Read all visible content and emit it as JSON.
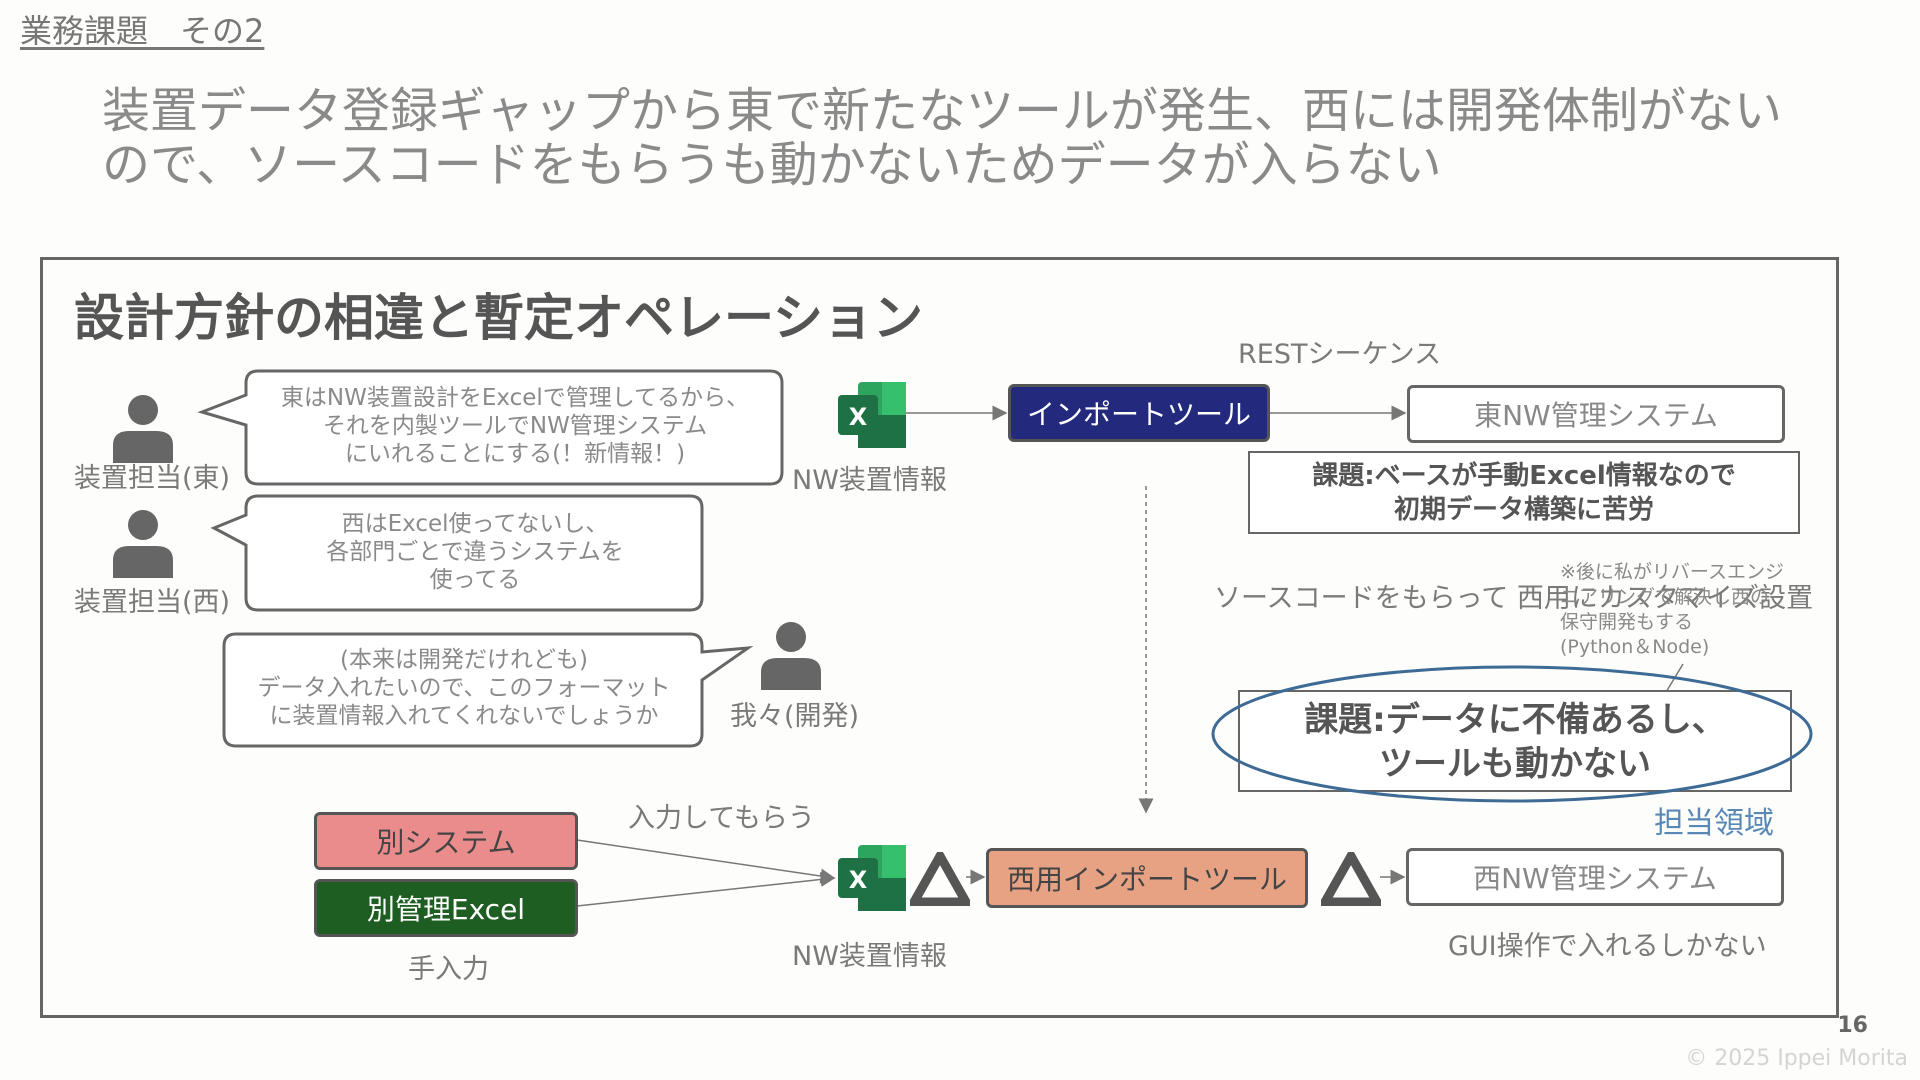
{
  "slide": {
    "section_title": "業務課題　その2",
    "headline": "装置データ登録ギャップから東で新たなツールが発生、西には開発体制がない\nので、ソースコードをもらうも動かないためデータが入らない",
    "page_number": "16",
    "copyright": "© 2025 Ippei Morita"
  },
  "diagram": {
    "title": "設計方針の相違と暫定オペレーション",
    "people": {
      "east_staff": "装置担当(東)",
      "west_staff": "装置担当(西)",
      "us_dev": "我々(開発)"
    },
    "bubbles": {
      "east": "東はNW装置設計をExcelで管理してるから、\nそれを内製ツールでNW管理システム\nにいれることにする(！新情報！)",
      "west": "西はExcel使ってないし、\n各部門ごとで違うシステムを\n使ってる",
      "us": "(本来は開発だけれども)\nデータ入れたいので、このフォーマット\nに装置情報入れてくれないでしょうか"
    },
    "east_flow": {
      "rest_label": "RESTシーケンス",
      "excel_label": "NW装置情報",
      "import_tool": "インポートツール",
      "system": "東NW管理システム",
      "issue": "課題:ベースが手動Excel情報なので\n初期データ構築に苦労"
    },
    "middle": {
      "source_code_note": "ソースコードをもらって\n西用にカスタマイズ設置",
      "reverse_note": "※後に私がリバースエンジ\nニアリングで解決し西の\n保守開発もする\n(Python＆Node)",
      "issue": "課題:データに不備あるし、\nツールも動かない",
      "responsibility": "担当領域"
    },
    "west_flow": {
      "input_label": "入力してもらう",
      "other_system": "別システム",
      "other_excel": "別管理Excel",
      "manual": "手入力",
      "excel_label": "NW装置情報",
      "import_tool": "西用インポートツール",
      "system": "西NW管理システム",
      "gui_note": "GUI操作で入れるしかない"
    },
    "icons": {
      "excel_letter": "X"
    },
    "colors": {
      "east_import_fill": "#232a7e",
      "west_import_fill": "#e7a284",
      "other_system_fill": "#e98c8b",
      "other_excel_fill": "#1e5e22",
      "ellipse_stroke": "#3e6a96",
      "responsibility_text": "#5a88b6",
      "excel_green": "#1e7145",
      "warning_gray": "#555555"
    }
  }
}
